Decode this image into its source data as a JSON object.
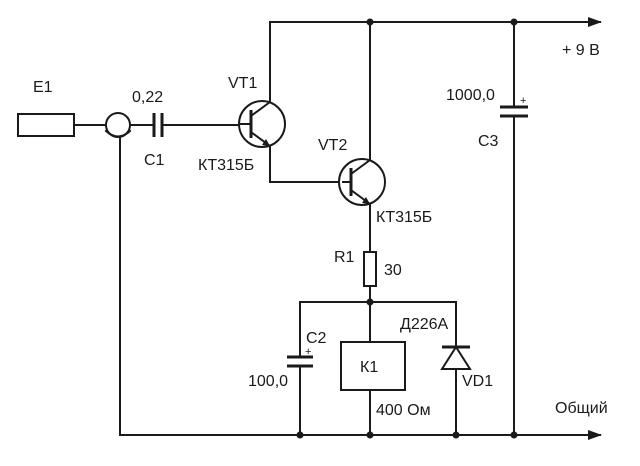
{
  "power_label": "+ 9 В",
  "ground_label": "Общий",
  "components": {
    "e1": {
      "ref": "E1"
    },
    "c1": {
      "ref": "C1",
      "value": "0,22"
    },
    "vt1": {
      "ref": "VT1",
      "type": "КТ315Б"
    },
    "vt2": {
      "ref": "VT2",
      "type": "КТ315Б"
    },
    "r1": {
      "ref": "R1",
      "value": "30"
    },
    "c2": {
      "ref": "C2",
      "value": "100,0",
      "polarity": "+"
    },
    "c3": {
      "ref": "C3",
      "value": "1000,0",
      "polarity": "+"
    },
    "k1": {
      "ref": "К1",
      "resistance": "400 Ом"
    },
    "vd1": {
      "ref": "VD1",
      "type": "Д226А"
    }
  }
}
